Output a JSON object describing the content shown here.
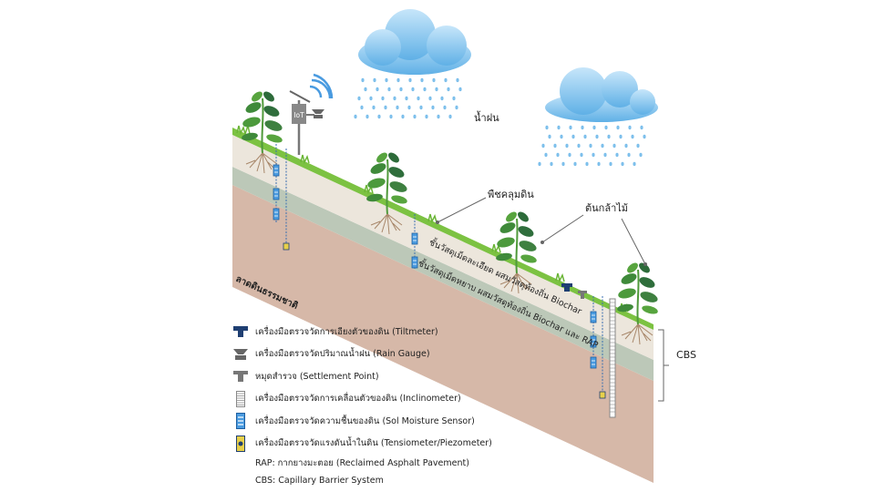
{
  "labels": {
    "rain": "น้ำฝน",
    "cover_plant": "พืชคลุมดิน",
    "seedling": "ต้นกล้าไม้",
    "fine_layer": "ชั้นวัสดุเม็ดละเอียด ผสมวัสดุท้องถิ่น Biochar",
    "coarse_layer": "ชั้นวัสดุเม็ดหยาบ ผสมวัสดุท้องถิ่น Biochar และ RAP",
    "natural_slope": "ลาดดินธรรมชาติ",
    "cbs": "CBS",
    "iot": "IoT"
  },
  "legend": [
    {
      "icon": "tiltmeter-icon",
      "label": "เครื่องมือตรวจวัดการเอียงตัวของดิน (Tiltmeter)"
    },
    {
      "icon": "rain-gauge-icon",
      "label": "เครื่องมือตรวจวัดปริมาณน้ำฝน (Rain Gauge)"
    },
    {
      "icon": "settlement-point-icon",
      "label": "หมุดสำรวจ (Settlement Point)"
    },
    {
      "icon": "inclinometer-icon",
      "label": "เครื่องมือตรวจวัดการเคลื่อนตัวของดิน (Inclinometer)"
    },
    {
      "icon": "soil-moisture-sensor-icon",
      "label": "เครื่องมือตรวจวัดความชื้นของดิน (Sol Moisture Sensor)"
    },
    {
      "icon": "tensiometer-icon",
      "label": "เครื่องมือตรวจวัดแรงดันน้ำในดิน (Tensiometer/Piezometer)"
    },
    {
      "icon": "",
      "label": "RAP: กากยางมะตอย (Reclaimed Asphalt Pavement)"
    },
    {
      "icon": "",
      "label": "CBS: Capillary Barrier System"
    }
  ],
  "colors": {
    "fine_layer": "#ece6dc",
    "coarse_layer": "#bcc8b8",
    "natural_soil": "#d6b8a8",
    "grass": "#7cc242",
    "cloud": "#8ecbf0",
    "rain": "#7ec0ec",
    "instrument": "#1f3f72"
  }
}
